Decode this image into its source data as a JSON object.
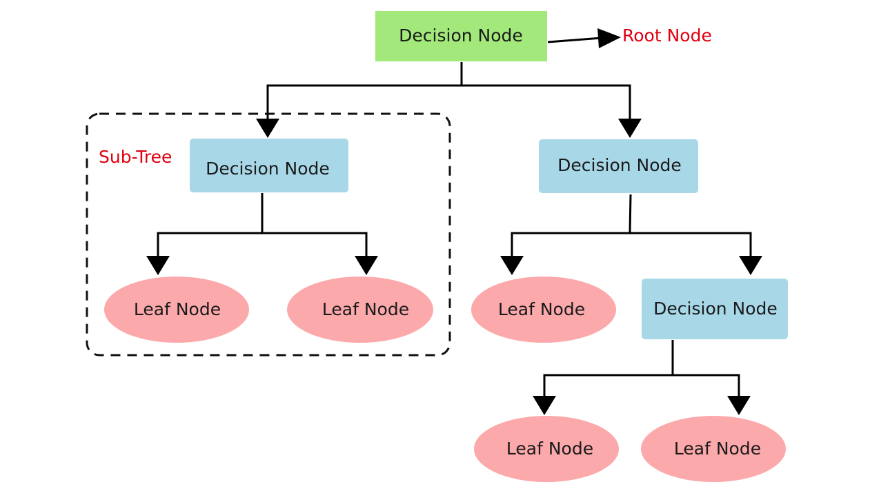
{
  "colors": {
    "root_fill": "#a2e87a",
    "decision_fill": "#a8d8e8",
    "leaf_fill": "#fca9ab",
    "label_red": "#e0000f",
    "line": "#000000"
  },
  "nodes": {
    "root": "Decision Node",
    "left_decision": "Decision Node",
    "right_decision": "Decision Node",
    "lower_decision": "Decision Node",
    "leaf_1": "Leaf Node",
    "leaf_2": "Leaf Node",
    "leaf_3": "Leaf Node",
    "leaf_4": "Leaf Node",
    "leaf_5": "Leaf Node"
  },
  "annotations": {
    "root_label": "Root Node",
    "subtree_label": "Sub-Tree"
  }
}
